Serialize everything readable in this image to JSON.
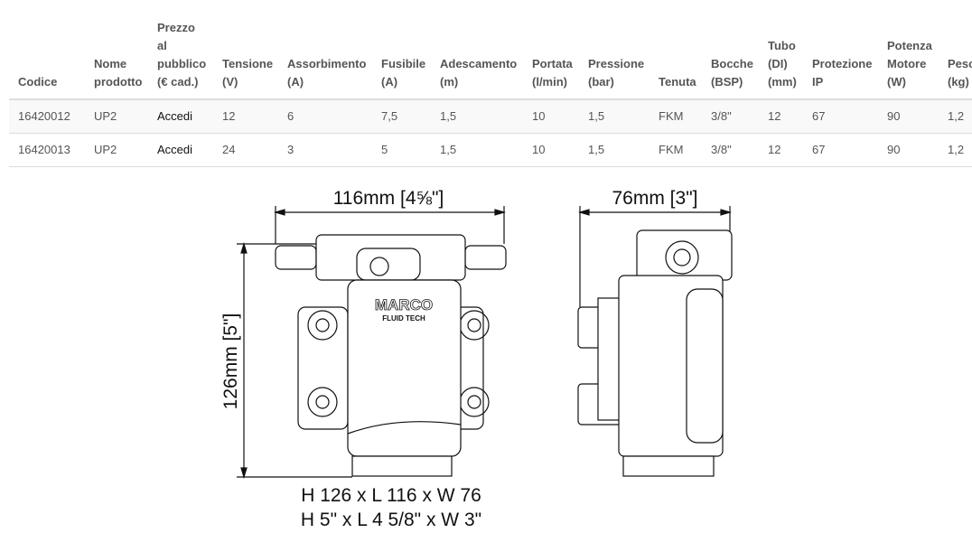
{
  "table": {
    "headers": [
      [
        "Codice"
      ],
      [
        "Nome",
        "prodotto"
      ],
      [
        "Prezzo",
        "al",
        "pubblico",
        "(€ cad.)"
      ],
      [
        "Tensione",
        "(V)"
      ],
      [
        "Assorbimento",
        "(A)"
      ],
      [
        "Fusibile",
        "(A)"
      ],
      [
        "Adescamento",
        "(m)"
      ],
      [
        "Portata",
        "(l/min)"
      ],
      [
        "Pressione",
        "(bar)"
      ],
      [
        "Tenuta"
      ],
      [
        "Bocche",
        "(BSP)"
      ],
      [
        "Tubo",
        "(DI)",
        "(mm)"
      ],
      [
        "Protezione",
        "IP"
      ],
      [
        "Potenza",
        "Motore",
        "(W)"
      ],
      [
        "Peso",
        "(kg)"
      ]
    ],
    "rows": [
      [
        "16420012",
        "UP2",
        "Accedi",
        "12",
        "6",
        "7,5",
        "1,5",
        "10",
        "1,5",
        "FKM",
        "3/8\"",
        "12",
        "67",
        "90",
        "1,2"
      ],
      [
        "16420013",
        "UP2",
        "Accedi",
        "24",
        "3",
        "5",
        "1,5",
        "10",
        "1,5",
        "FKM",
        "3/8\"",
        "12",
        "67",
        "90",
        "1,2"
      ]
    ]
  },
  "drawing": {
    "width_front": "116mm [4⅝\"]",
    "width_side": "76mm [3\"]",
    "height": "126mm [5\"]",
    "brand": "MARCO",
    "brand_sub": "FLUID TECH",
    "summary_metric": "H 126 x L 116 x W 76",
    "summary_imperial": "H 5\" x L 4 5/8\" x W 3\""
  }
}
